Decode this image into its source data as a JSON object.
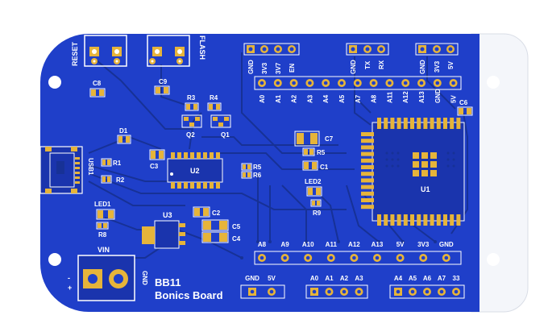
{
  "board": {
    "name": "BB11",
    "subtitle": "Bonics Board",
    "colors": {
      "pcb": "#1f3fc9",
      "pcb_dark": "#1a34ad",
      "trace": "#173196",
      "pad": "#e6b43a",
      "pad_dark": "#c9932b",
      "silkscreen": "#ffffff",
      "cutout": "#f4f6fa"
    }
  },
  "buttons": {
    "reset": "RESET",
    "flash": "FLASH"
  },
  "usb": {
    "label": "USB1"
  },
  "power": {
    "vin": "VIN",
    "gnd": "GND",
    "minus": "-",
    "plus": "+"
  },
  "top_headers": [
    {
      "pins": [
        "GND",
        "3V3",
        "3V7",
        "EN"
      ]
    },
    {
      "pins": [
        "GND",
        "TX",
        "RX"
      ]
    },
    {
      "pins": [
        "GND",
        "3V3",
        "5V"
      ]
    }
  ],
  "mid_header": {
    "pins": [
      "A0",
      "A1",
      "A2",
      "A3",
      "A4",
      "A5",
      "A7",
      "A8",
      "A11",
      "A12",
      "A13",
      "GND",
      "5V"
    ]
  },
  "lower_header": {
    "pins": [
      "A8",
      "A9",
      "A10",
      "A11",
      "A12",
      "A13",
      "5V",
      "3V3",
      "GND"
    ]
  },
  "bottom_headers": [
    {
      "pins": [
        "GND",
        "5V"
      ]
    },
    {
      "pins": [
        "A0",
        "A1",
        "A2",
        "A3"
      ]
    },
    {
      "pins": [
        "A4",
        "A5",
        "A6",
        "A7",
        "33"
      ]
    }
  ],
  "components": {
    "c8": "C8",
    "c9": "C9",
    "c6": "C6",
    "c7": "C7",
    "c3": "C3",
    "c1": "C1",
    "c2": "C2",
    "c5": "C5",
    "c4": "C4",
    "r1": "R1",
    "r2": "R2",
    "r3": "R3",
    "r4": "R4",
    "r5a": "R5",
    "r5b": "R5",
    "r6": "R6",
    "r8": "R8",
    "r9": "R9",
    "q1": "Q1",
    "q2": "Q2",
    "d1": "D1",
    "led1": "LED1",
    "led2": "LED2",
    "u1": "U1",
    "u2": "U2",
    "u3": "U3"
  }
}
